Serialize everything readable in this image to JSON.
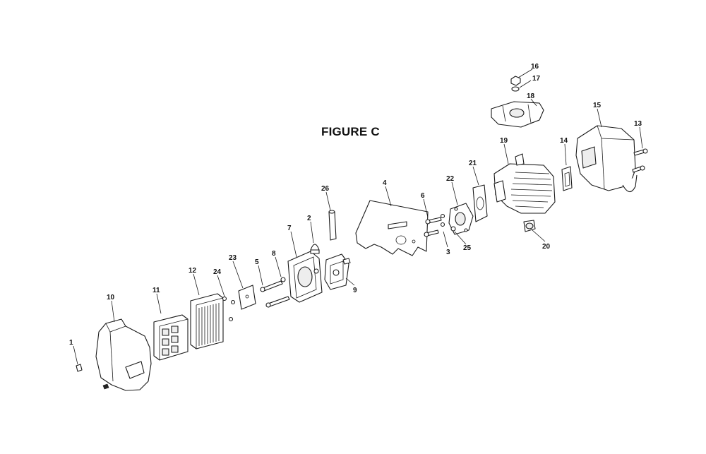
{
  "figure": {
    "title": "FIGURE C"
  },
  "callouts": [
    {
      "id": "p1",
      "label": "1"
    },
    {
      "id": "p2",
      "label": "2"
    },
    {
      "id": "p3",
      "label": "3"
    },
    {
      "id": "p4",
      "label": "4"
    },
    {
      "id": "p5",
      "label": "5"
    },
    {
      "id": "p6",
      "label": "6"
    },
    {
      "id": "p7",
      "label": "7"
    },
    {
      "id": "p8",
      "label": "8"
    },
    {
      "id": "p9",
      "label": "9"
    },
    {
      "id": "p10",
      "label": "10"
    },
    {
      "id": "p11",
      "label": "11"
    },
    {
      "id": "p12",
      "label": "12"
    },
    {
      "id": "p13",
      "label": "13"
    },
    {
      "id": "p14",
      "label": "14"
    },
    {
      "id": "p15",
      "label": "15"
    },
    {
      "id": "p16",
      "label": "16"
    },
    {
      "id": "p17",
      "label": "17"
    },
    {
      "id": "p18",
      "label": "18"
    },
    {
      "id": "p19",
      "label": "19"
    },
    {
      "id": "p20",
      "label": "20"
    },
    {
      "id": "p21",
      "label": "21"
    },
    {
      "id": "p22",
      "label": "22"
    },
    {
      "id": "p23",
      "label": "23"
    },
    {
      "id": "p24",
      "label": "24"
    },
    {
      "id": "p25",
      "label": "25"
    },
    {
      "id": "p26",
      "label": "26"
    }
  ]
}
